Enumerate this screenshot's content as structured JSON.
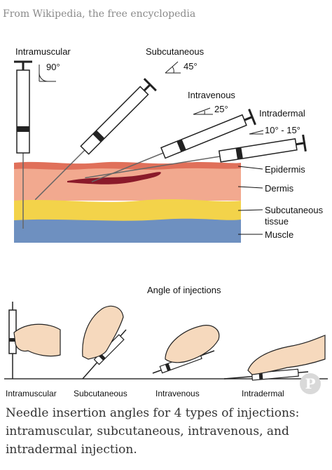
{
  "source": "From Wikipedia, the free encyclopedia",
  "top_diagram": {
    "labels": {
      "intramuscular": "Intramuscular",
      "intramuscular_angle": "90°",
      "subcutaneous": "Subcutaneous",
      "subcutaneous_angle": "45°",
      "intravenous": "Intravenous",
      "intravenous_angle": "25°",
      "intradermal": "Intradermal",
      "intradermal_angle": "10° - 15°"
    },
    "layers": {
      "epidermis": "Epidermis",
      "dermis": "Dermis",
      "subcutaneous_line1": "Subcutaneous",
      "subcutaneous_line2": "tissue",
      "muscle": "Muscle"
    },
    "colors": {
      "epidermis": "#e0705a",
      "dermis": "#f2a98f",
      "subcutaneous": "#f3d34a",
      "muscle": "#6e90c0",
      "vein": "#8a1a2a"
    }
  },
  "bottom_diagram": {
    "title": "Angle of injections",
    "labels": [
      "Intramuscular",
      "Subcutaneous",
      "Intravenous",
      "Intradermal"
    ]
  },
  "caption": "Needle insertion angles for 4 types of injections: intramuscular, subcutaneous, intravenous, and intradermal injection.",
  "pin_icon": "P"
}
